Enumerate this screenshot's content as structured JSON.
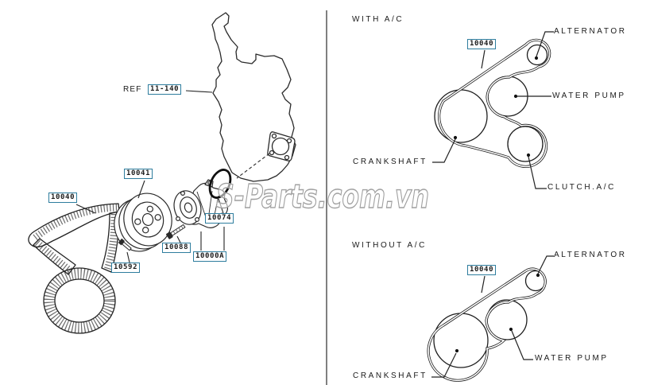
{
  "watermark": "S-Parts.com.vn",
  "left_panel": {
    "ref_prefix": "REF",
    "ref_code": "11-140",
    "belt_code": "10040",
    "pulley_code": "10041",
    "oring_code": "10074",
    "pump_bolt_code": "10088",
    "pump_kit_code": "10000A",
    "pulley_bolt_code": "10592"
  },
  "with_ac": {
    "title": "WITH A/C",
    "belt_code": "10040",
    "alternator": "ALTERNATOR",
    "water_pump": "WATER PUMP",
    "crankshaft": "CRANKSHAFT",
    "clutch": "CLUTCH.A/C"
  },
  "without_ac": {
    "title": "WITHOUT A/C",
    "belt_code": "10040",
    "alternator": "ALTERNATOR",
    "water_pump": "WATER PUMP",
    "crankshaft": "CRANKSHAFT"
  },
  "colors": {
    "label_border": "#2e7d9e",
    "line": "#222222",
    "watermark_stroke": "#a0a0a0"
  }
}
